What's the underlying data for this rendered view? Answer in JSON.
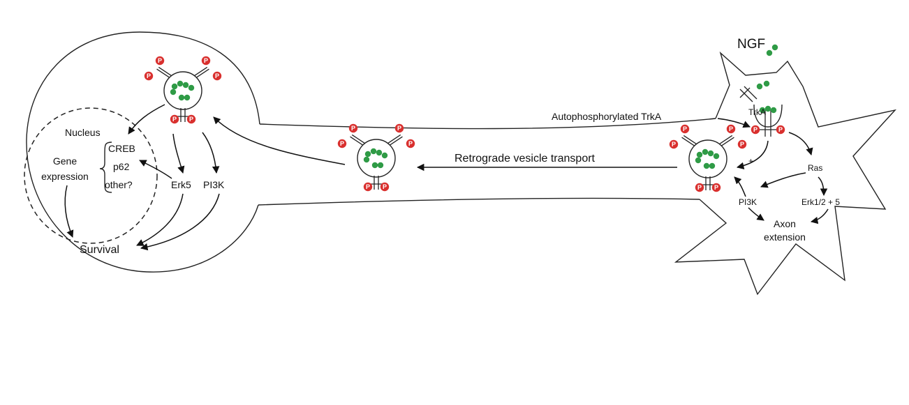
{
  "colors": {
    "phospho_badge": "#d9302e",
    "ngf_dot": "#2f9b46",
    "line": "#111111",
    "background": "#ffffff"
  },
  "labels": {
    "ngf": "NGF",
    "trka": "TrkA",
    "autophosphorylated_trka": "Autophosphorylated TrkA",
    "retrograde_transport": "Retrograde vesicle transport",
    "ras": "Ras",
    "plus": "+",
    "pi3k_terminal": "PI3K",
    "erk_terminal": "Erk1/2 + 5",
    "axon_line1": "Axon",
    "axon_line2": "extension",
    "nucleus": "Nucleus",
    "gene_line1": "Gene",
    "gene_line2": "expression",
    "creb": "CREB",
    "p62": "p62",
    "other": "other?",
    "erk5": "Erk5",
    "pi3k_soma": "PI3K",
    "survival": "Survival",
    "phospho": "P"
  }
}
